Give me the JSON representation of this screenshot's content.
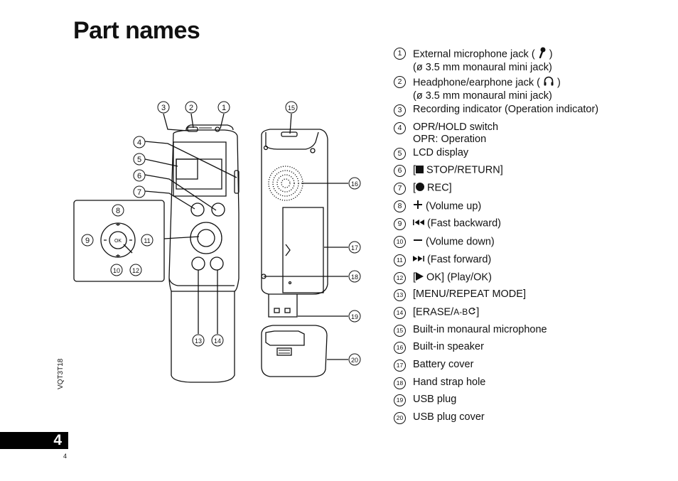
{
  "page": {
    "title": "Part names",
    "side_code": "VQT3T18",
    "tab_number": "4",
    "page_number": "4"
  },
  "diagram": {
    "callouts": [
      "3",
      "2",
      "1",
      "15",
      "4",
      "5",
      "6",
      "7",
      "16",
      "8",
      "9",
      "11",
      "10",
      "12",
      "17",
      "18",
      "19",
      "13",
      "14",
      "20"
    ],
    "center_button_label": "OK"
  },
  "parts": [
    {
      "num": "1",
      "lines": [
        "External microphone jack (",
        "(ø 3.5 mm monaural mini jack)"
      ],
      "icon": "microphone-icon",
      "suffix": ")"
    },
    {
      "num": "2",
      "lines": [
        "Headphone/earphone jack (",
        "(ø 3.5 mm monaural mini jack)"
      ],
      "icon": "headphone-icon",
      "suffix": ")"
    },
    {
      "num": "3",
      "lines": [
        "Recording indicator (Operation indicator)"
      ]
    },
    {
      "num": "4",
      "lines": [
        "OPR/HOLD switch",
        "OPR: Operation"
      ]
    },
    {
      "num": "5",
      "lines": [
        "LCD display"
      ]
    },
    {
      "num": "6",
      "prefix": "[",
      "icon": "stop-square-icon",
      "text": " STOP/RETURN]"
    },
    {
      "num": "7",
      "prefix": "[",
      "icon": "record-dot-icon",
      "text": " REC]"
    },
    {
      "num": "8",
      "icon": "plus-icon",
      "text": " (Volume up)"
    },
    {
      "num": "9",
      "icon": "fast-backward-icon",
      "text": " (Fast backward)"
    },
    {
      "num": "10",
      "icon": "minus-icon",
      "text": " (Volume down)"
    },
    {
      "num": "11",
      "icon": "fast-forward-icon",
      "text": " (Fast forward)"
    },
    {
      "num": "12",
      "prefix": "[",
      "icon": "play-triangle-icon",
      "text": " OK] (Play/OK)"
    },
    {
      "num": "13",
      "text": "[MENU/REPEAT MODE]"
    },
    {
      "num": "14",
      "prefix": "[ERASE/",
      "icon": "ab-repeat-icon",
      "text": "]"
    },
    {
      "num": "15",
      "text": "Built-in monaural microphone"
    },
    {
      "num": "16",
      "text": "Built-in speaker"
    },
    {
      "num": "17",
      "text": "Battery cover"
    },
    {
      "num": "18",
      "text": "Hand strap hole"
    },
    {
      "num": "19",
      "text": "USB plug"
    },
    {
      "num": "20",
      "text": "USB plug cover"
    }
  ],
  "symbols": {
    "ab_text": "A-B"
  }
}
